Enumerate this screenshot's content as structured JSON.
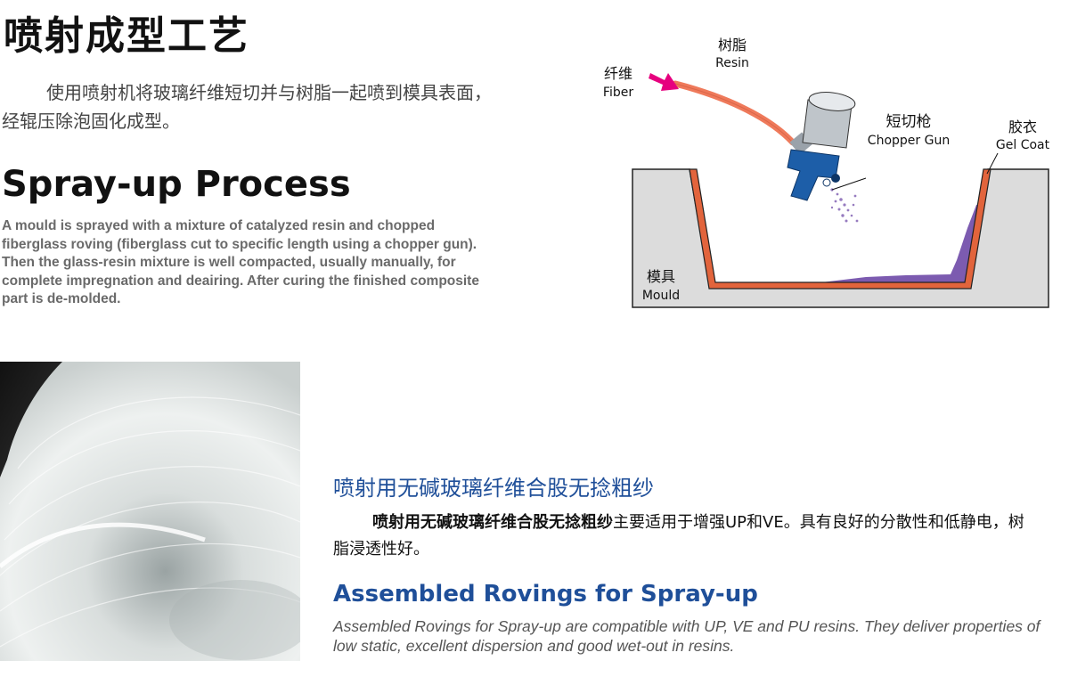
{
  "intro": {
    "zh_title": "喷射成型工艺",
    "zh_description": "使用喷射机将玻璃纤维短切并与树脂一起喷到模具表面，经辊压除泡固化成型。",
    "en_title": "Spray-up Process",
    "en_description": "A mould is sprayed with a mixture of catalyzed resin and chopped fiberglass roving (fiberglass cut to specific length using a chopper gun). Then the glass-resin mixture is well compacted, usually manually, for complete impregnation and deairing. After curing the finished composite part is de-molded."
  },
  "diagram": {
    "labels": {
      "resin_zh": "树脂",
      "resin_en": "Resin",
      "fiber_zh": "纤维",
      "fiber_en": "Fiber",
      "chopper_gun_zh": "短切枪",
      "chopper_gun_en": "Chopper Gun",
      "gel_coat_zh": "胶衣",
      "gel_coat_en": "Gel Coat",
      "mould_zh": "模具",
      "mould_en": "Mould"
    },
    "colors": {
      "mould": "#dcdcdc",
      "gel_coat": "#e2643c",
      "laminate": "#7c5bb0",
      "gun_body": "#1d5ea8",
      "resin_hose": "#ef7a5b",
      "fiber_arrow": "#e6007e"
    }
  },
  "product": {
    "zh_title": "喷射用无碱玻璃纤维合股无捻粗纱",
    "zh_desc_bold": "喷射用无碱玻璃纤维合股无捻粗纱",
    "zh_desc_rest": "主要适用于增强UP和VE。具有良好的分散性和低静电，树脂浸透性好。",
    "en_title": "Assembled Rovings for Spray-up",
    "en_description": "Assembled Rovings for Spray-up are compatible with UP, VE and PU resins. They deliver properties of low static, excellent dispersion and good wet-out in resins."
  }
}
